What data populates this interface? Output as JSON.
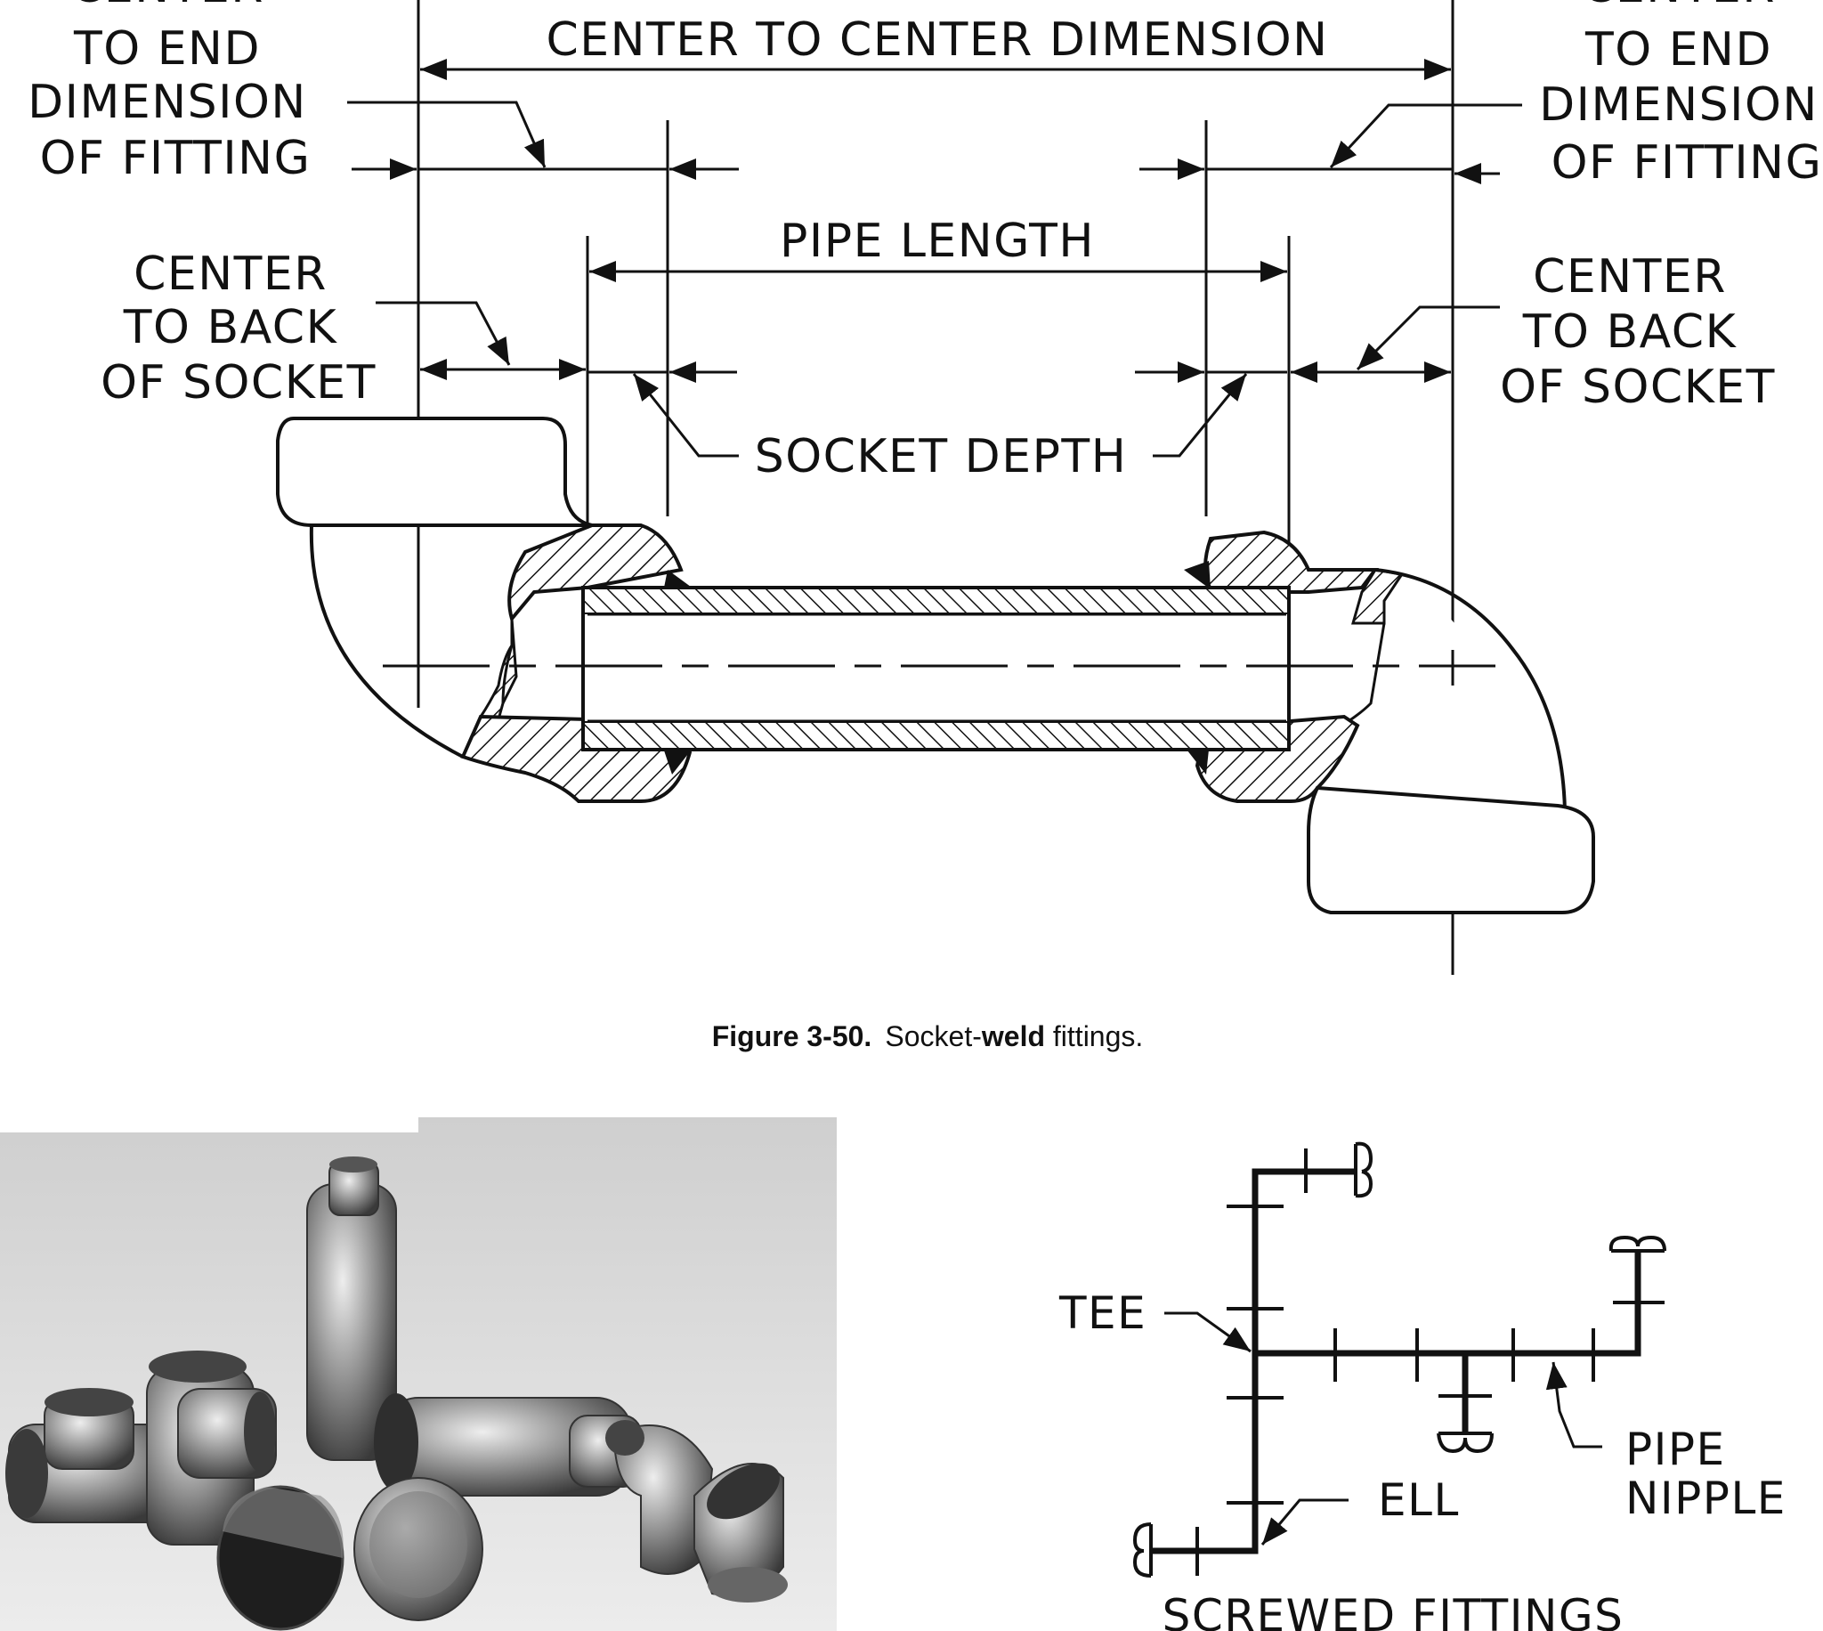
{
  "diagram": {
    "labels": {
      "center_to_end_left": [
        "CENTER",
        "TO END",
        "DIMENSION",
        "OF FITTING"
      ],
      "center_to_end_right": [
        "CENTER",
        "TO END",
        "DIMENSION",
        "OF FITTING"
      ],
      "center_to_center": "CENTER TO CENTER DIMENSION",
      "pipe_length": "PIPE LENGTH",
      "center_to_back_left": [
        "CENTER",
        "TO BACK",
        "OF SOCKET"
      ],
      "center_to_back_right": [
        "CENTER",
        "TO BACK",
        "OF SOCKET"
      ],
      "socket_depth": "SOCKET DEPTH"
    },
    "caption": {
      "number": "Figure 3-50.",
      "text_part1": "Socket-",
      "text_bold": "weld",
      "text_part2": " fittings."
    }
  },
  "screwed": {
    "tee": "TEE",
    "ell": "ELL",
    "pipe_nipple": [
      "PIPE",
      "NIPPLE"
    ],
    "title": "SCREWED FITTINGS"
  },
  "colors": {
    "ink": "#111111",
    "photo_bg": "#d8d8d8",
    "metal": "#9a9a9a"
  }
}
